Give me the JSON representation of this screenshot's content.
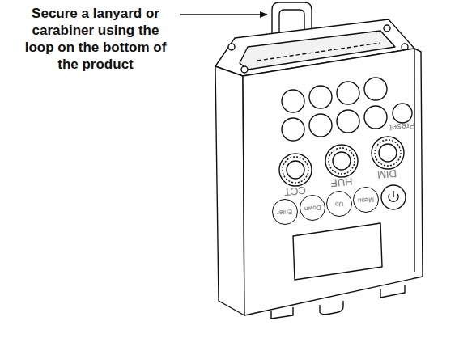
{
  "diagram": {
    "nodes": [
      {
        "text": [
          "Enter"
        ]
      },
      {
        "text": [
          "Down"
        ]
      },
      {
        "text": [
          "Up"
        ]
      },
      {
        "text": [
          "Menu"
        ]
      }
    ],
    "labels": [
      "Secure a lanyard or carabiner using the loop on the bottom of the product",
      "CCT",
      "HUE",
      "DIM",
      "Preset"
    ]
  }
}
